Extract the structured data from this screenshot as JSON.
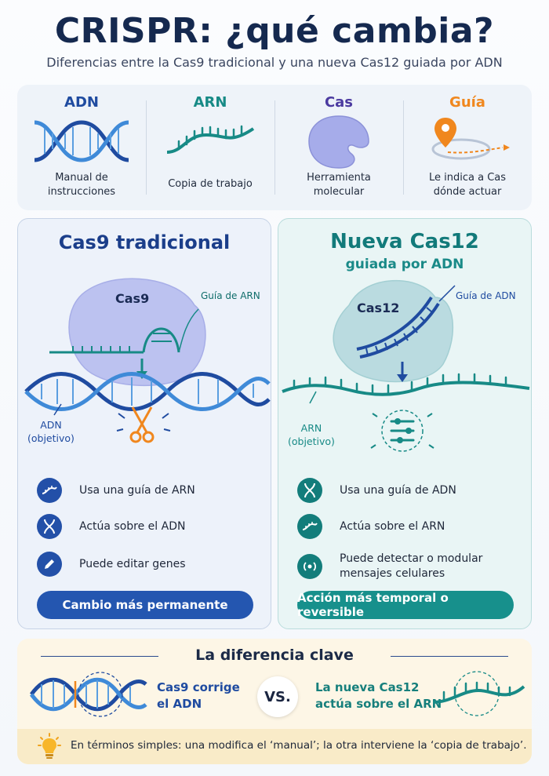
{
  "title": "CRISPR: ¿qué cambia?",
  "subtitle": "Diferencias entre la Cas9 tradicional y una nueva Cas12 guiada por ADN",
  "concepts": [
    {
      "title": "ADN",
      "desc1": "Manual de",
      "desc2": "instrucciones",
      "color": "#1f4ba0"
    },
    {
      "title": "ARN",
      "desc1": "Copia de trabajo",
      "desc2": "",
      "color": "#178a86"
    },
    {
      "title": "Cas",
      "desc1": "Herramienta",
      "desc2": "molecular",
      "color": "#4b3aa0"
    },
    {
      "title": "Guía",
      "desc1": "Le indica a Cas",
      "desc2": "dónde actuar",
      "color": "#f0871e"
    }
  ],
  "left": {
    "title": "Cas9 tradicional",
    "protein_label": "Cas9",
    "guide_label": "Guía de ARN",
    "target_label1": "ADN",
    "target_label2": "(objetivo)",
    "features": [
      "Usa una guía de ARN",
      "Actúa sobre el ADN",
      "Puede editar genes"
    ],
    "pill": "Cambio más permanente"
  },
  "right": {
    "title": "Nueva Cas12",
    "subtitle": "guiada por ADN",
    "protein_label": "Cas12",
    "guide_label": "Guía de ADN",
    "target_label1": "ARN",
    "target_label2": "(objetivo)",
    "features": [
      "Usa una guía de ADN",
      "Actúa sobre el ARN"
    ],
    "feature3_line1": "Puede detectar o modular",
    "feature3_line2": "mensajes celulares",
    "pill": "Acción más temporal o reversible"
  },
  "key": {
    "title": "La diferencia clave",
    "cas9_line1": "Cas9 corrige",
    "cas9_line2": "el ADN",
    "vs": "VS.",
    "cas12_line1": "La nueva Cas12",
    "cas12_line2": "actúa sobre el ARN",
    "tip": "En términos simples: una modifica el ‘manual’; la otra interviene la ‘copia de trabajo’."
  },
  "colors": {
    "dna": "#1f4ba0",
    "rna": "#178a86",
    "cas": "#a9b0e8",
    "guide": "#f0871e"
  }
}
